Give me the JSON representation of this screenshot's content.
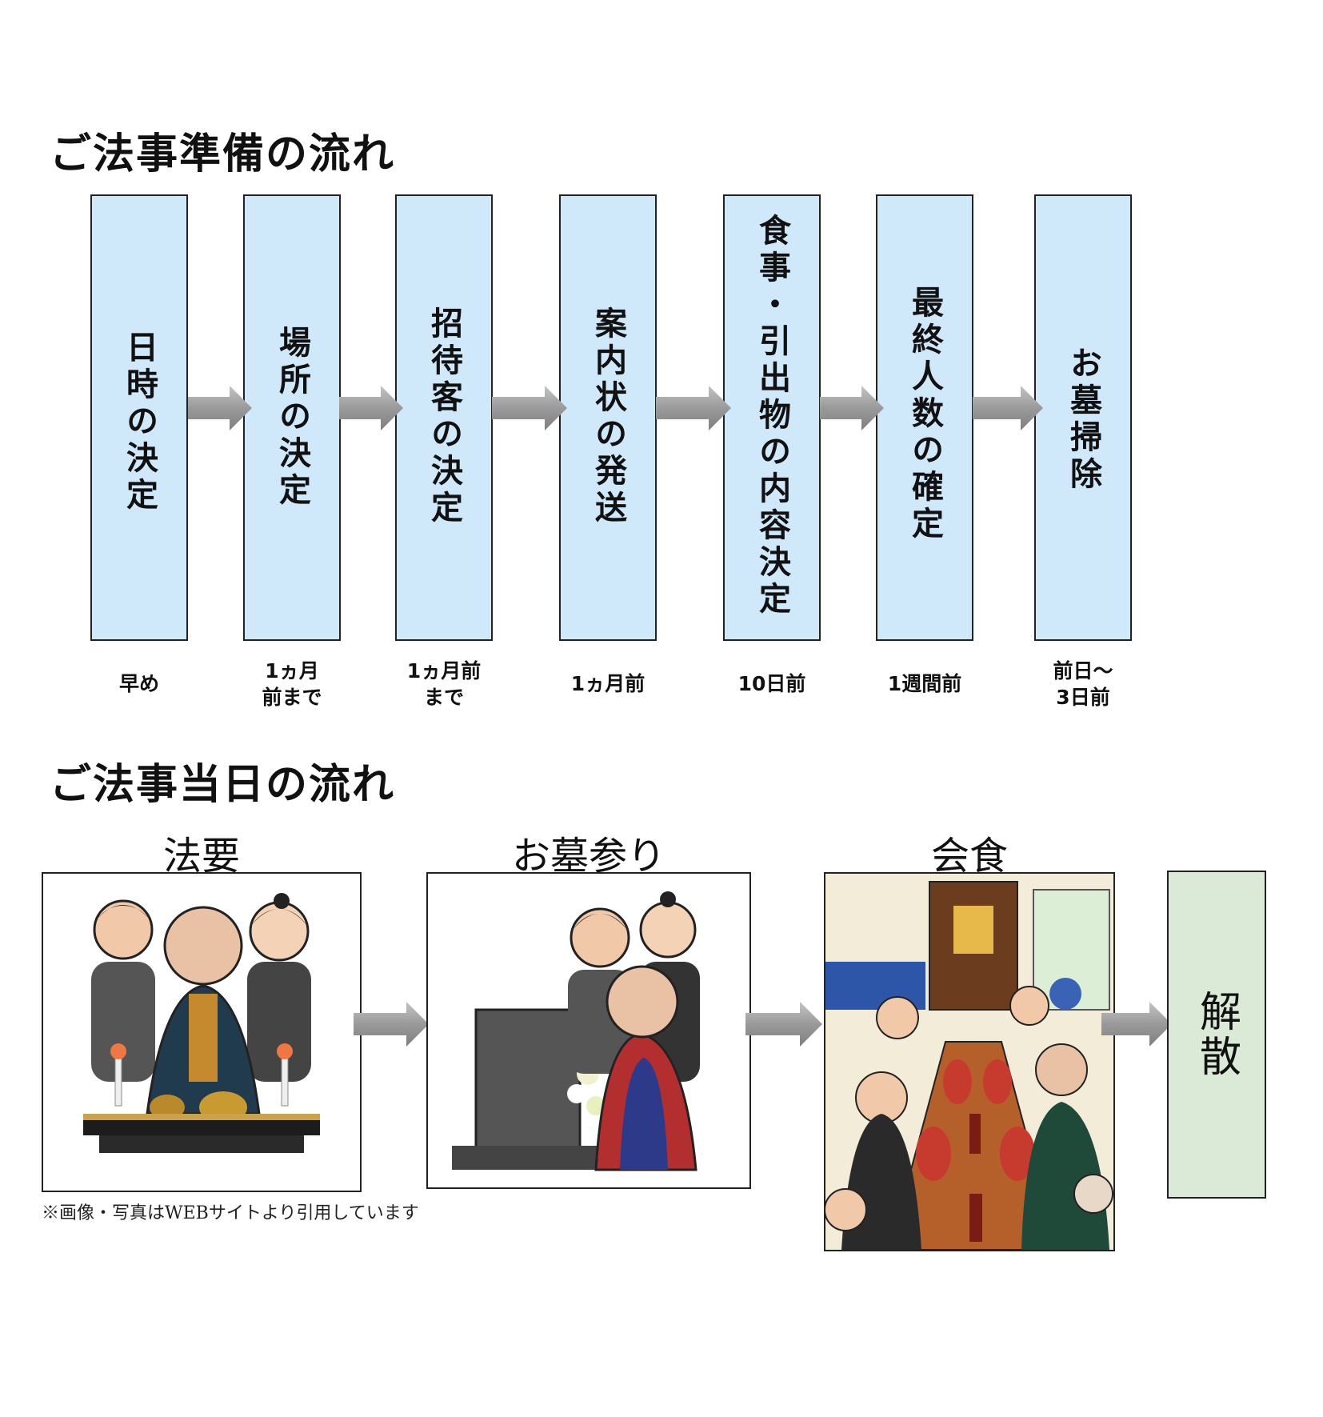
{
  "preparation": {
    "title": "ご法事準備の流れ",
    "steps": [
      {
        "label": "日時の決定",
        "timing": [
          "早め"
        ]
      },
      {
        "label": "場所の決定",
        "timing": [
          "1ヵ月",
          "前まで"
        ]
      },
      {
        "label": "招待客の決定",
        "timing": [
          "1ヵ月前",
          "まで"
        ]
      },
      {
        "label": "案内状の発送",
        "timing": [
          "1ヵ月前"
        ]
      },
      {
        "label": "食事・引出物の内容決定",
        "timing": [
          "10日前"
        ]
      },
      {
        "label": "最終人数の確定",
        "timing": [
          "1週間前"
        ]
      },
      {
        "label": "お墓掃除",
        "timing": [
          "前日～",
          "3日前"
        ]
      }
    ]
  },
  "dayof": {
    "title": "ご法事当日の流れ",
    "stages": [
      {
        "label": "法要"
      },
      {
        "label": "お墓参り"
      },
      {
        "label": "会食"
      }
    ],
    "final": "解散",
    "note": "※画像・写真はWEBサイトより引用しています"
  },
  "colors": {
    "step_fill": "#cfe9fb",
    "final_fill": "#dbead6",
    "arrow": "#9a9a9a"
  }
}
